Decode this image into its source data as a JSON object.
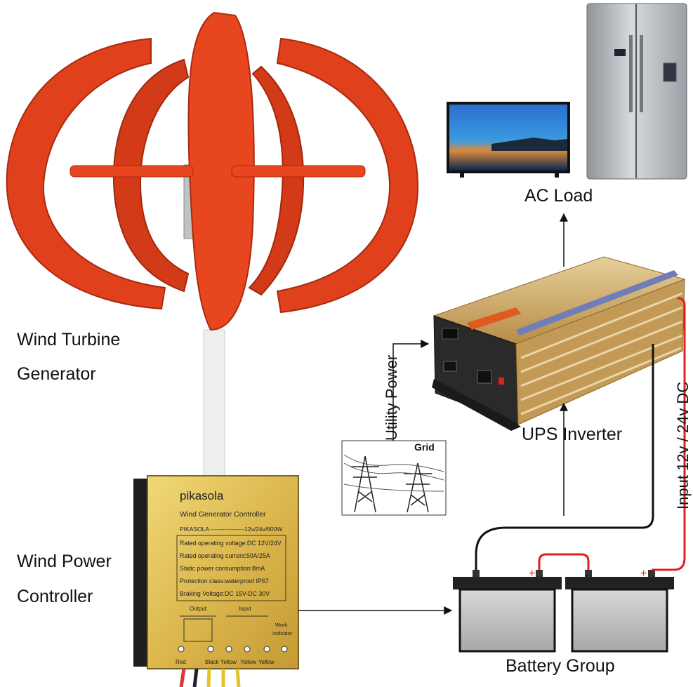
{
  "labels": {
    "wind_turbine_line1": "Wind Turbine",
    "wind_turbine_line2": "Generator",
    "wind_power_line1": "Wind Power",
    "wind_power_line2": "Controller",
    "ac_load": "AC Load",
    "ups_inverter": "UPS Inverter",
    "utility_power": "Utility Power",
    "grid": "Grid",
    "input_dc": "Input 12v / 24v DC",
    "battery_group": "Battery Group"
  },
  "controller": {
    "brand": "pikasola",
    "title": "Wind Generator Controller",
    "model": "PIKASOLA -----------------12v/24v/600W",
    "specs": [
      "Rated operating voltage:DC 12V/24V",
      "Rated operating current:50A/25A",
      "Static power consumption:8mA",
      "Protection class:waterproof IP67",
      "Braking Voltage:DC 15V-DC 30V"
    ],
    "output_label": "Output",
    "input_label": "Input",
    "work_label": "Work",
    "indicator_label": "indicator",
    "wire_labels": [
      "Red",
      "Black",
      "Yellow",
      "Yellow",
      "Yellow"
    ]
  },
  "battery": {
    "plus": "+",
    "minus": "-"
  },
  "colors": {
    "turbine_red": "#e0401c",
    "controller_gold": "#e2c25a",
    "inverter_gold": "#c9a35a",
    "positive_wire": "#e02020",
    "negative_wire": "#111111"
  }
}
